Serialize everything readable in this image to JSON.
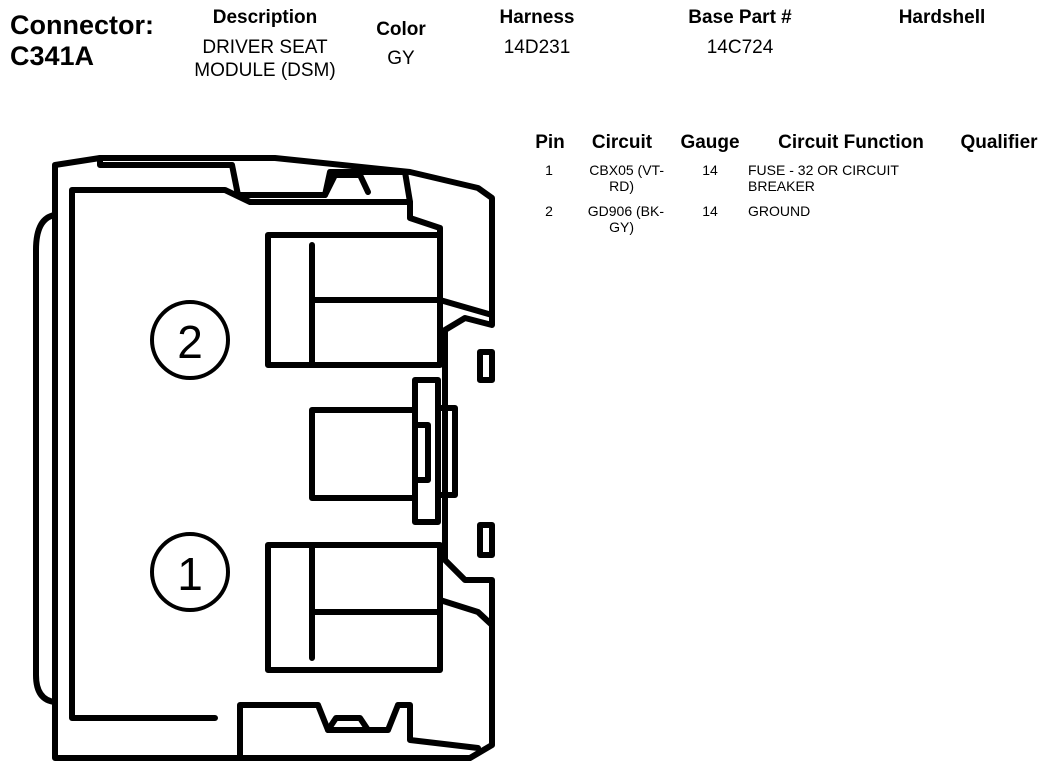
{
  "connector": {
    "label": "Connector:",
    "id": "C341A"
  },
  "headers": {
    "description": "Description",
    "color": "Color",
    "harness": "Harness",
    "base_part": "Base Part #",
    "hardshell": "Hardshell"
  },
  "values": {
    "description_line1": "DRIVER SEAT",
    "description_line2": "MODULE (DSM)",
    "color": "GY",
    "harness": "14D231",
    "base_part": "14C724",
    "hardshell": ""
  },
  "pin_table": {
    "columns": [
      "Pin",
      "Circuit",
      "Gauge",
      "Circuit Function",
      "Qualifier"
    ],
    "rows": [
      {
        "pin": "1",
        "circuit_line1": "CBX05 (VT-",
        "circuit_line2": "RD)",
        "gauge": "14",
        "function_line1": "FUSE - 32 OR CIRCUIT",
        "function_line2": "BREAKER",
        "qualifier": ""
      },
      {
        "pin": "2",
        "circuit_line1": "GD906 (BK-",
        "circuit_line2": "GY)",
        "gauge": "14",
        "function_line1": "GROUND",
        "function_line2": "",
        "qualifier": ""
      }
    ]
  },
  "diagram": {
    "pin_labels": [
      "2",
      "1"
    ]
  }
}
